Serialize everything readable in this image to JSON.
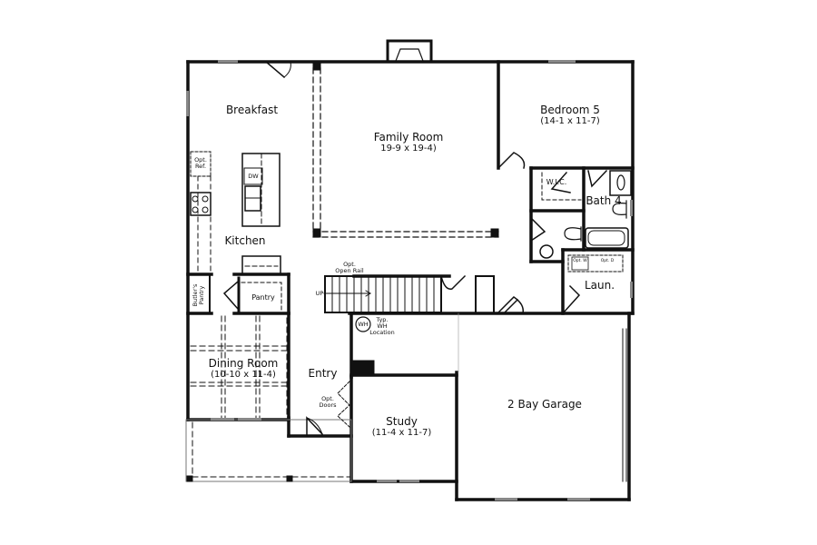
{
  "plan": {
    "type": "floor plan",
    "colors": {
      "wall": "#111111",
      "background": "#ffffff",
      "window": "#888888",
      "dashed": "#333333"
    },
    "rooms": [
      {
        "name": "Breakfast",
        "dims": ""
      },
      {
        "name": "Family Room",
        "dims": "19-9 x 19-4)"
      },
      {
        "name": "Bedroom 5",
        "dims": "(14-1 x 11-7)"
      },
      {
        "name": "Kitchen",
        "dims": ""
      },
      {
        "name": "Dining Room",
        "dims": "(10-10 x 11-4)"
      },
      {
        "name": "Entry",
        "dims": ""
      },
      {
        "name": "Study",
        "dims": "(11-4 x 11-7)"
      },
      {
        "name": "2 Bay Garage",
        "dims": ""
      },
      {
        "name": "Bath 4",
        "dims": ""
      },
      {
        "name": "Laun.",
        "dims": ""
      },
      {
        "name": "W.I.C.",
        "dims": ""
      },
      {
        "name": "Pantry",
        "dims": ""
      },
      {
        "name": "Butler's Pantry",
        "dims": ""
      }
    ],
    "annotations": {
      "opt_ref": "Opt. Ref.",
      "opt_ref_line1": "Opt.",
      "opt_ref_line2": "Ref.",
      "dw": "DW",
      "opt_open_rail_line1": "Opt.",
      "opt_open_rail_line2": "Open Rail",
      "up": "UP",
      "wh": "WH",
      "typ_wh_line1": "Typ.",
      "typ_wh_line2": "WH",
      "typ_wh_line3": "Location",
      "opt_doors_line1": "Opt.",
      "opt_doors_line2": "Doors",
      "butlers_line1": "Butler's",
      "butlers_line2": "Pantry",
      "opt_w": "Opt. W",
      "opt_d": "Opt. D"
    }
  }
}
